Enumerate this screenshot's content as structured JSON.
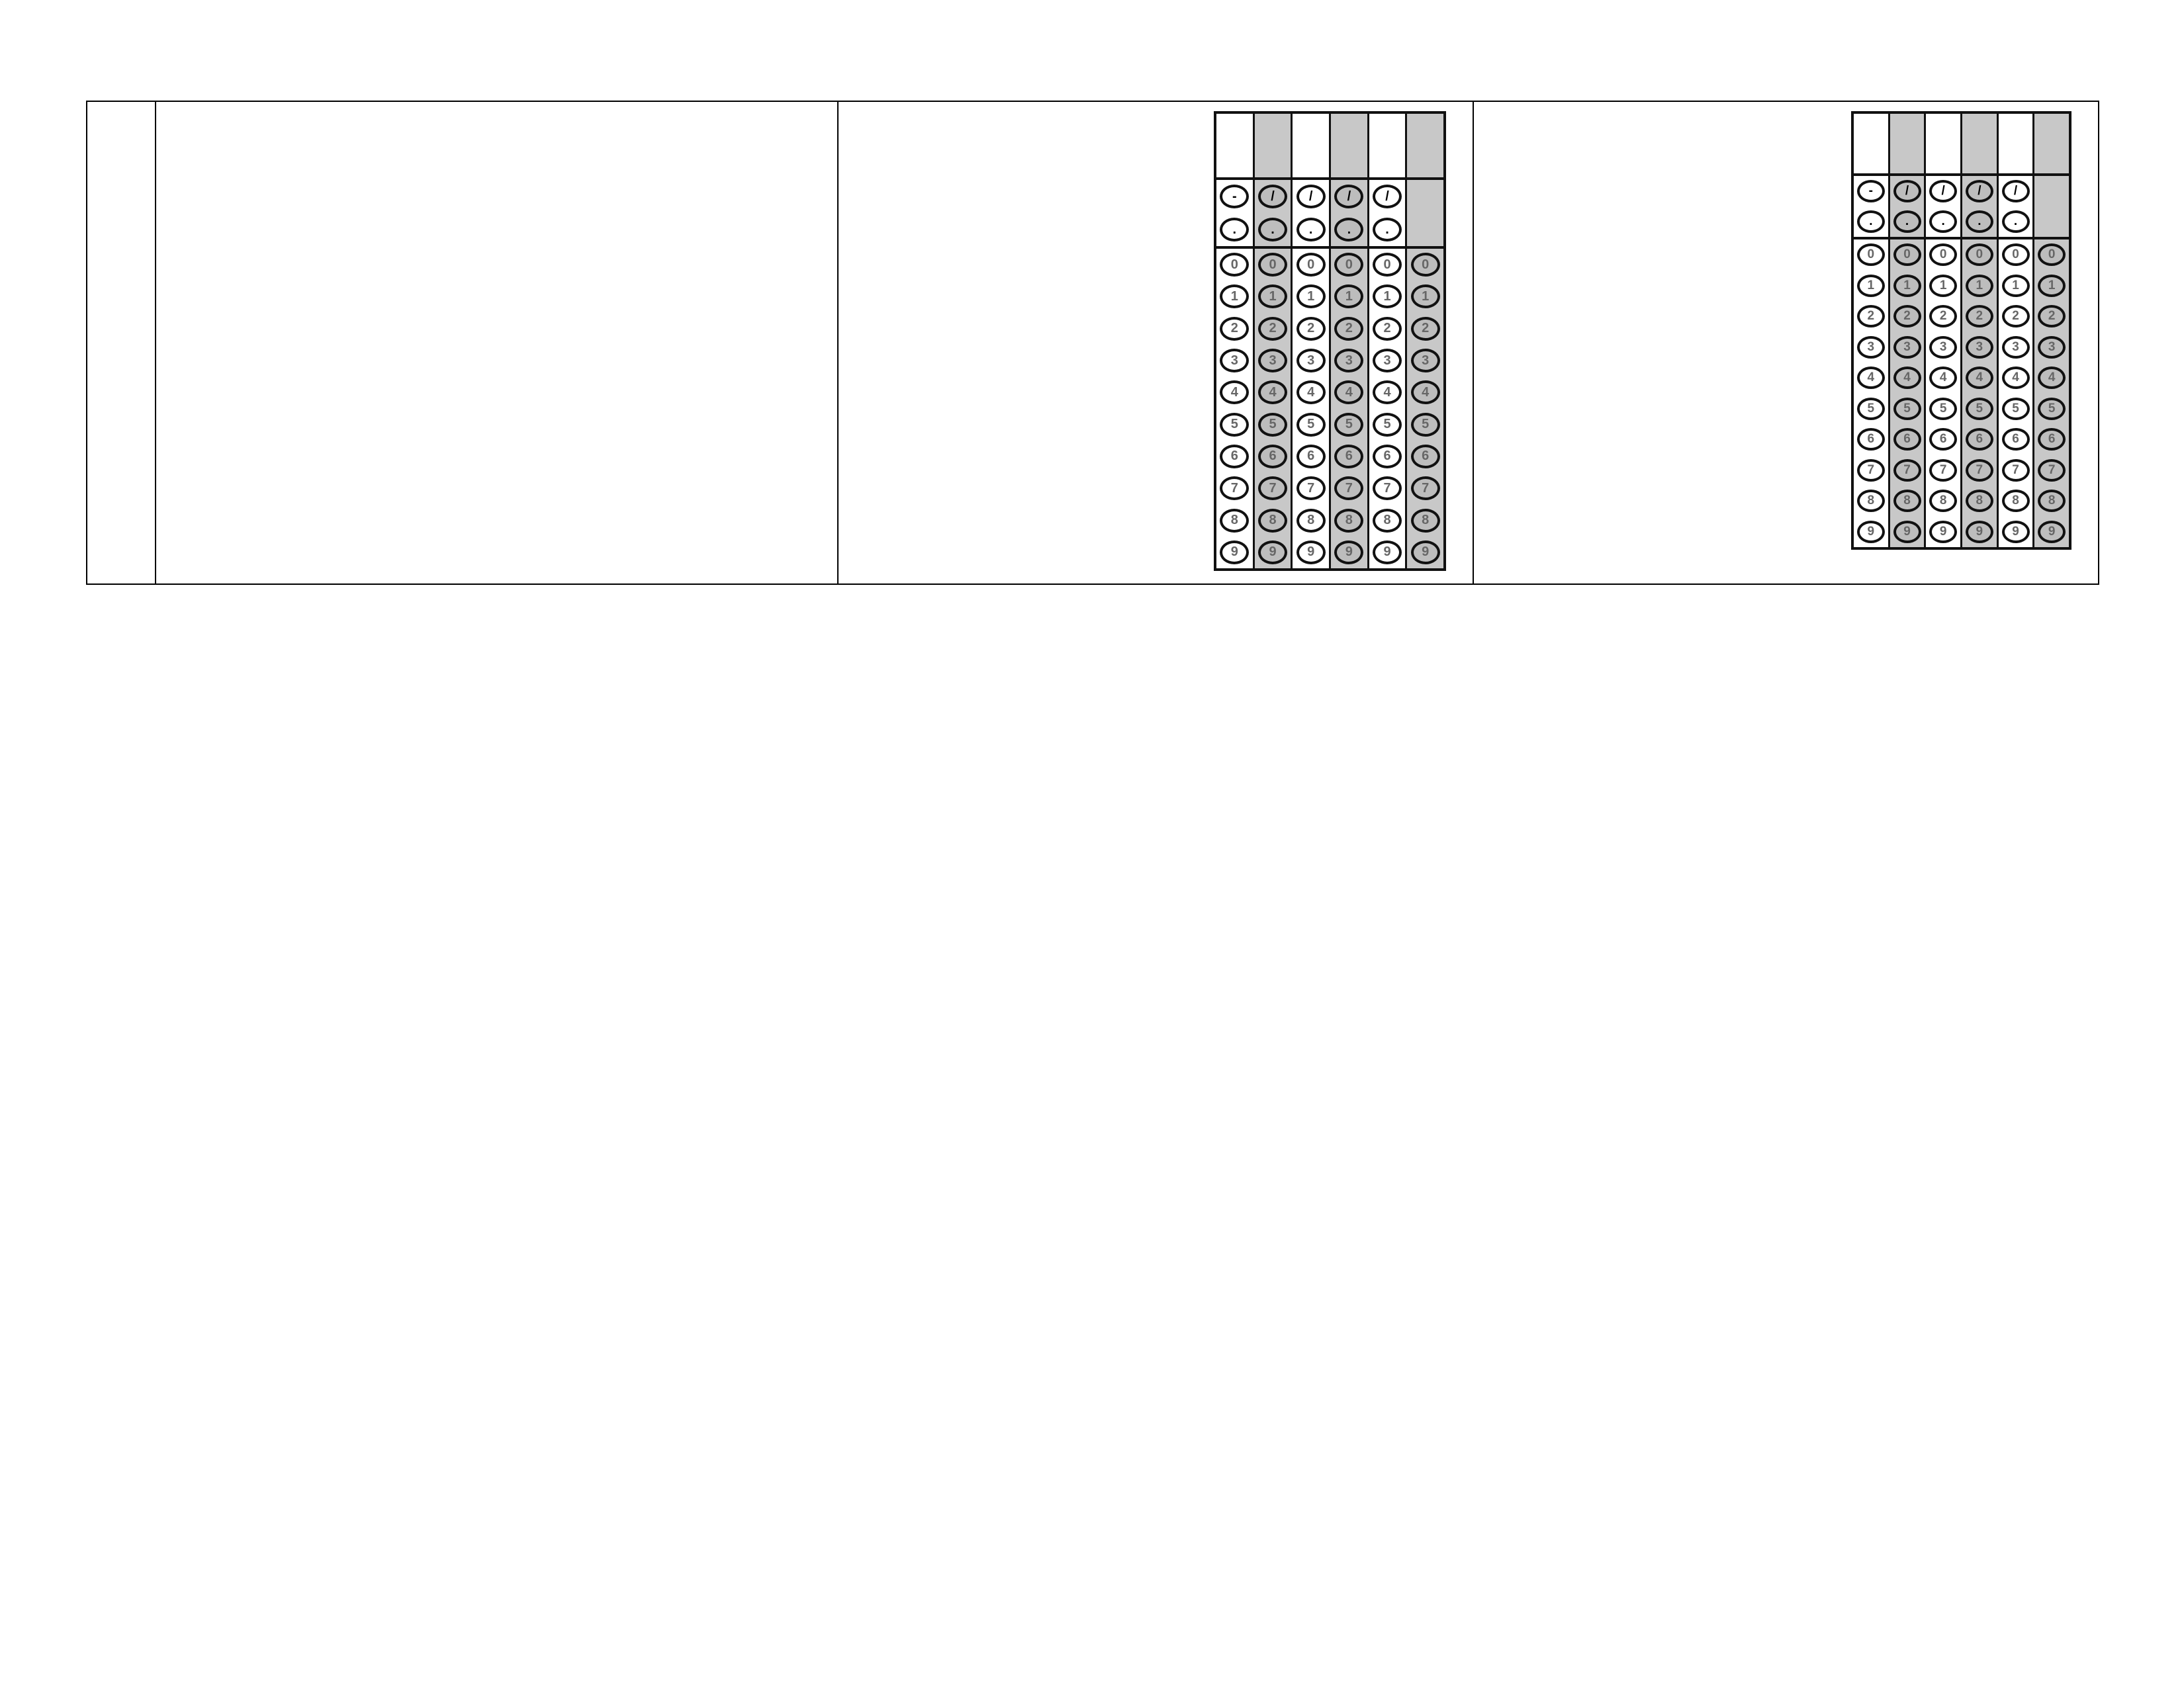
{
  "grids": [
    {
      "id": "grid-1",
      "columns": 6,
      "shaded_columns": [
        1,
        3,
        5
      ],
      "symbol_rows": [
        [
          "-",
          "/",
          "/",
          "/",
          "/",
          ""
        ],
        [
          ".",
          ".",
          ".",
          ".",
          ".",
          ""
        ]
      ],
      "digits": [
        "0",
        "1",
        "2",
        "3",
        "4",
        "5",
        "6",
        "7",
        "8",
        "9"
      ]
    },
    {
      "id": "grid-2",
      "columns": 6,
      "shaded_columns": [
        1,
        3,
        5
      ],
      "symbol_rows": [
        [
          "-",
          "/",
          "/",
          "/",
          "/",
          ""
        ],
        [
          ".",
          ".",
          ".",
          ".",
          ".",
          ""
        ]
      ],
      "digits": [
        "0",
        "1",
        "2",
        "3",
        "4",
        "5",
        "6",
        "7",
        "8",
        "9"
      ]
    }
  ]
}
